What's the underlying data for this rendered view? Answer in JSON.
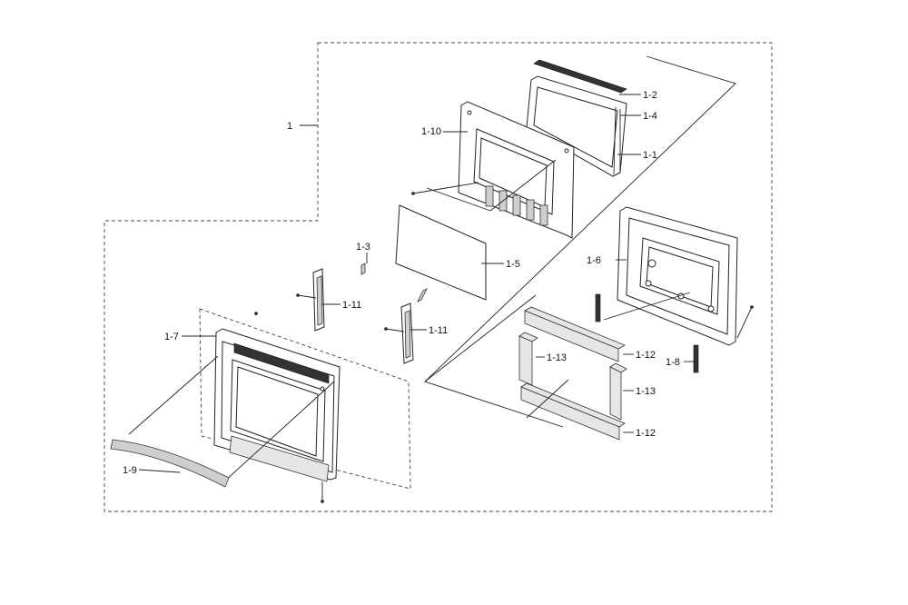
{
  "diagram": {
    "labels": {
      "assembly": "1",
      "p1_1": "1-1",
      "p1_2": "1-2",
      "p1_3": "1-3",
      "p1_4": "1-4",
      "p1_5": "1-5",
      "p1_6": "1-6",
      "p1_7": "1-7",
      "p1_8": "1-8",
      "p1_9": "1-9",
      "p1_10": "1-10",
      "p1_11a": "1-11",
      "p1_11b": "1-11",
      "p1_12a": "1-12",
      "p1_12b": "1-12",
      "p1_13a": "1-13",
      "p1_13b": "1-13"
    }
  }
}
